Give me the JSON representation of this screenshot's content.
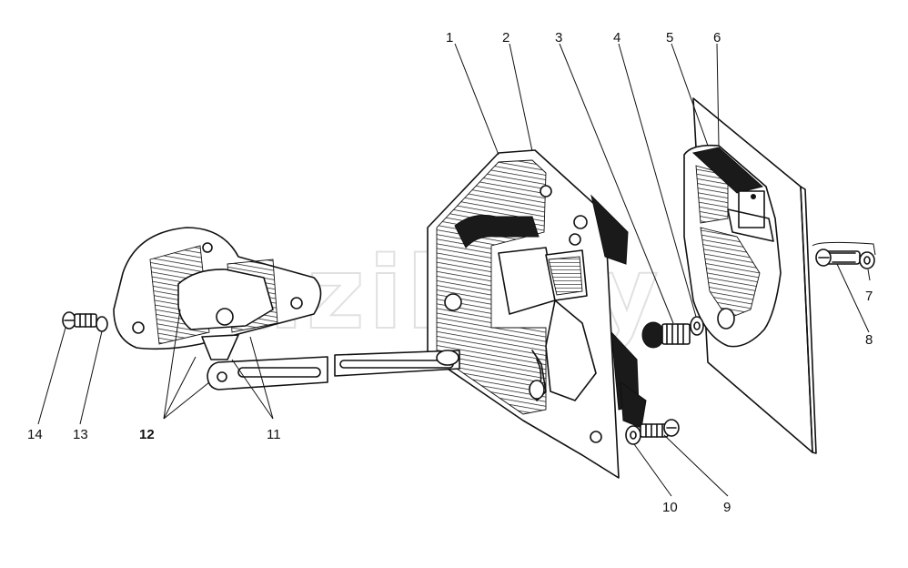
{
  "watermark": "mazik.by",
  "callouts": {
    "c1": "1",
    "c2": "2",
    "c3": "3",
    "c4": "4",
    "c5": "5",
    "c6": "6",
    "c7": "7",
    "c8": "8",
    "c9": "9",
    "c10": "10",
    "c11": "11",
    "c12": "12",
    "c13": "13",
    "c14": "14"
  }
}
